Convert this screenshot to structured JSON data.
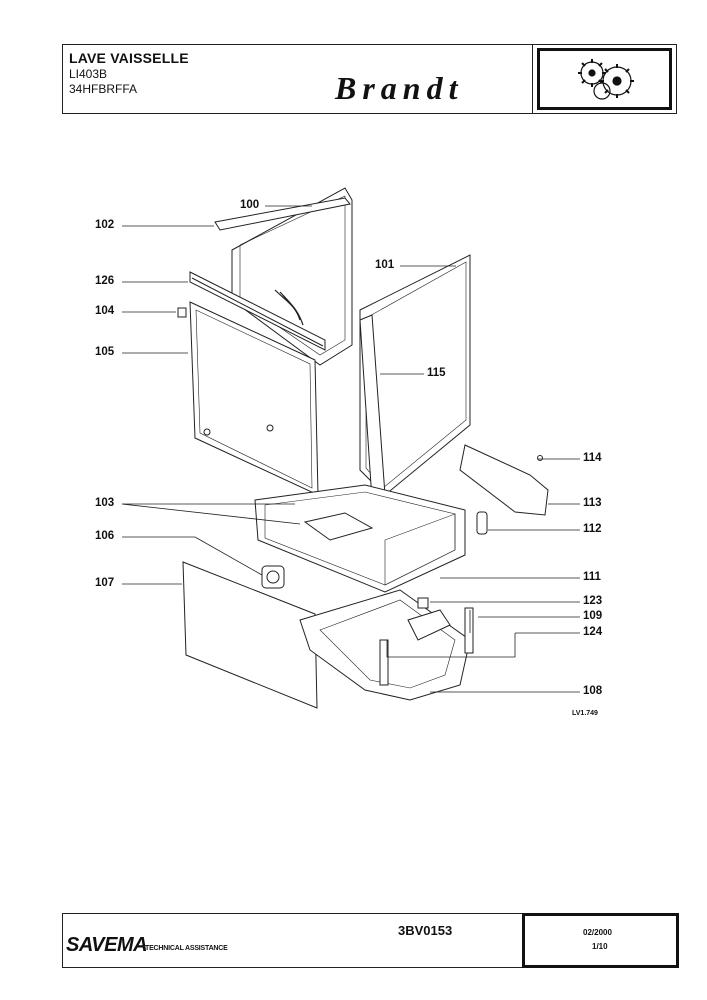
{
  "header": {
    "title": "LAVE VAISSELLE",
    "model": "LI403B",
    "code": "34HFBRFFA",
    "brand": "Brandt",
    "logo_icon": "gears-icon"
  },
  "diagram": {
    "reference": "LV1.749",
    "callouts": {
      "c100": "100",
      "c101": "101",
      "c102": "102",
      "c103": "103",
      "c104": "104",
      "c105": "105",
      "c106": "106",
      "c107": "107",
      "c108": "108",
      "c109": "109",
      "c111": "111",
      "c112": "112",
      "c113": "113",
      "c114": "114",
      "c115": "115",
      "c123": "123",
      "c124": "124",
      "c126": "126"
    }
  },
  "footer": {
    "company": "SAVEMA",
    "subtitle": "TECHNICAL ASSISTANCE",
    "document_code": "3BV0153",
    "date": "02/2000",
    "page": "1/10"
  },
  "colors": {
    "ink": "#111111",
    "line": "#222222",
    "paper": "#ffffff"
  }
}
